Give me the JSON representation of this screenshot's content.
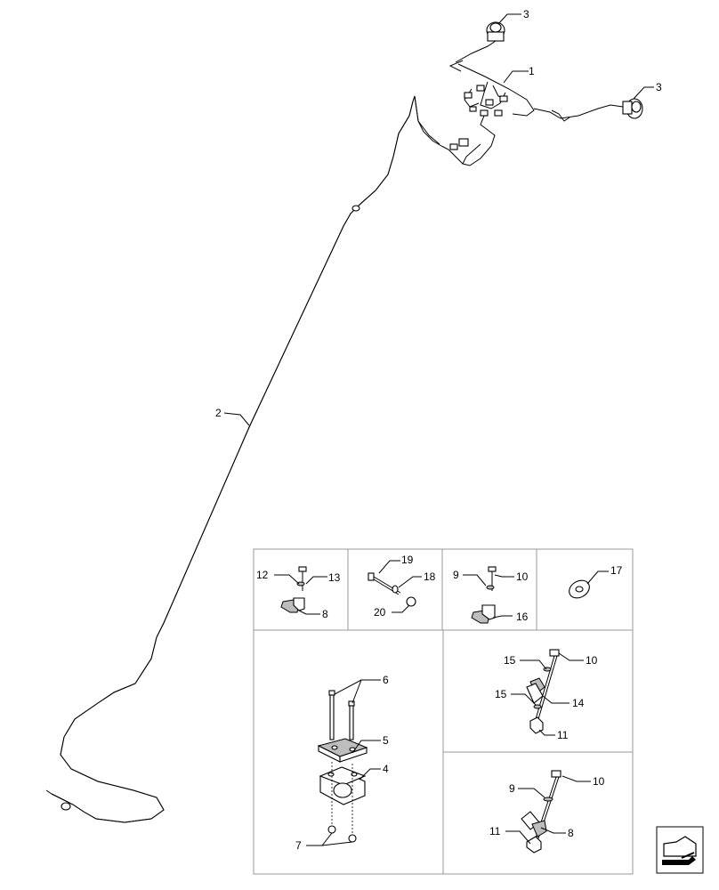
{
  "callouts": {
    "c1": "1",
    "c2": "2",
    "c3a": "3",
    "c3b": "3",
    "p1_12": "12",
    "p1_13": "13",
    "p1_8": "8",
    "p2_19": "19",
    "p2_18": "18",
    "p2_20": "20",
    "p3_9": "9",
    "p3_10": "10",
    "p3_16": "16",
    "p4_17": "17",
    "p5_6": "6",
    "p5_5": "5",
    "p5_4": "4",
    "p5_7": "7",
    "p6_15a": "15",
    "p6_10": "10",
    "p6_15b": "15",
    "p6_14": "14",
    "p6_11": "11",
    "p7_9": "9",
    "p7_10": "10",
    "p7_11": "11",
    "p7_8": "8"
  },
  "icons": {
    "corner_icon": "next-page-arrow-icon"
  }
}
